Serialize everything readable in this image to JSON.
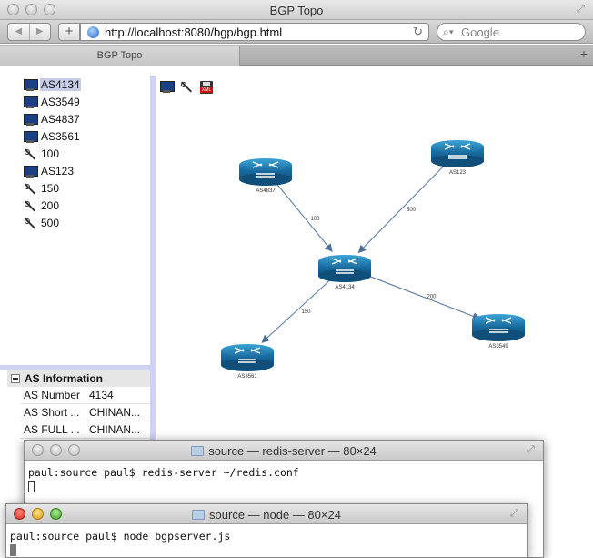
{
  "browser": {
    "window_title": "BGP Topo",
    "url": "http://localhost:8080/bgp/bgp.html",
    "search_placeholder": "Google",
    "tab_title": "BGP Topo"
  },
  "tree": {
    "items": [
      {
        "label": "AS4134",
        "icon": "computer-icon",
        "selected": true
      },
      {
        "label": "AS3549",
        "icon": "computer-icon"
      },
      {
        "label": "AS4837",
        "icon": "computer-icon"
      },
      {
        "label": "AS3561",
        "icon": "computer-icon"
      },
      {
        "label": "100",
        "icon": "link-icon"
      },
      {
        "label": "AS123",
        "icon": "computer-icon"
      },
      {
        "label": "150",
        "icon": "link-icon"
      },
      {
        "label": "200",
        "icon": "link-icon"
      },
      {
        "label": "500",
        "icon": "link-icon"
      }
    ]
  },
  "properties": {
    "header": "AS Information",
    "rows": [
      {
        "key": "AS Number",
        "value": "4134"
      },
      {
        "key": "AS Short ...",
        "value": "CHINAN..."
      },
      {
        "key": "AS FULL ...",
        "value": "CHINAN..."
      }
    ]
  },
  "topology": {
    "nodes": [
      {
        "id": "AS4837",
        "label": "AS4837"
      },
      {
        "id": "AS123",
        "label": "AS123"
      },
      {
        "id": "AS4134",
        "label": "AS4134"
      },
      {
        "id": "AS3549",
        "label": "AS3549"
      },
      {
        "id": "AS3561",
        "label": "AS3561"
      }
    ],
    "links": [
      {
        "from": "AS4837",
        "to": "AS4134",
        "label": "100"
      },
      {
        "from": "AS123",
        "to": "AS4134",
        "label": "500"
      },
      {
        "from": "AS4134",
        "to": "AS3549",
        "label": "200"
      },
      {
        "from": "AS4134",
        "to": "AS3561",
        "label": "150"
      }
    ]
  },
  "terminal_redis": {
    "title": "source — redis-server — 80×24",
    "line": "paul:source paul$ redis-server ~/redis.conf"
  },
  "terminal_node": {
    "title": "source — node — 80×24",
    "line": "paul:source paul$ node bgpserver.js"
  }
}
